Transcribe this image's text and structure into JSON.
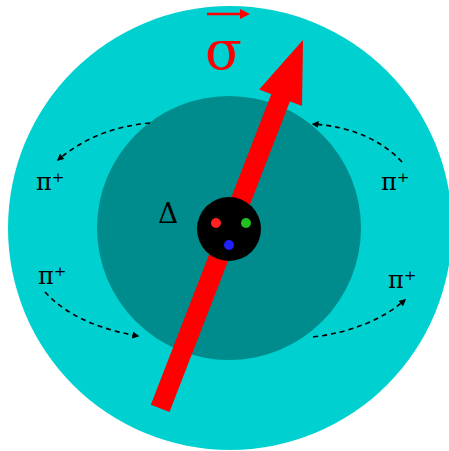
{
  "diagram": {
    "labels": [
      "σ",
      "Δ",
      "π⁺",
      "π⁺",
      "π⁺",
      "π⁺"
    ]
  }
}
